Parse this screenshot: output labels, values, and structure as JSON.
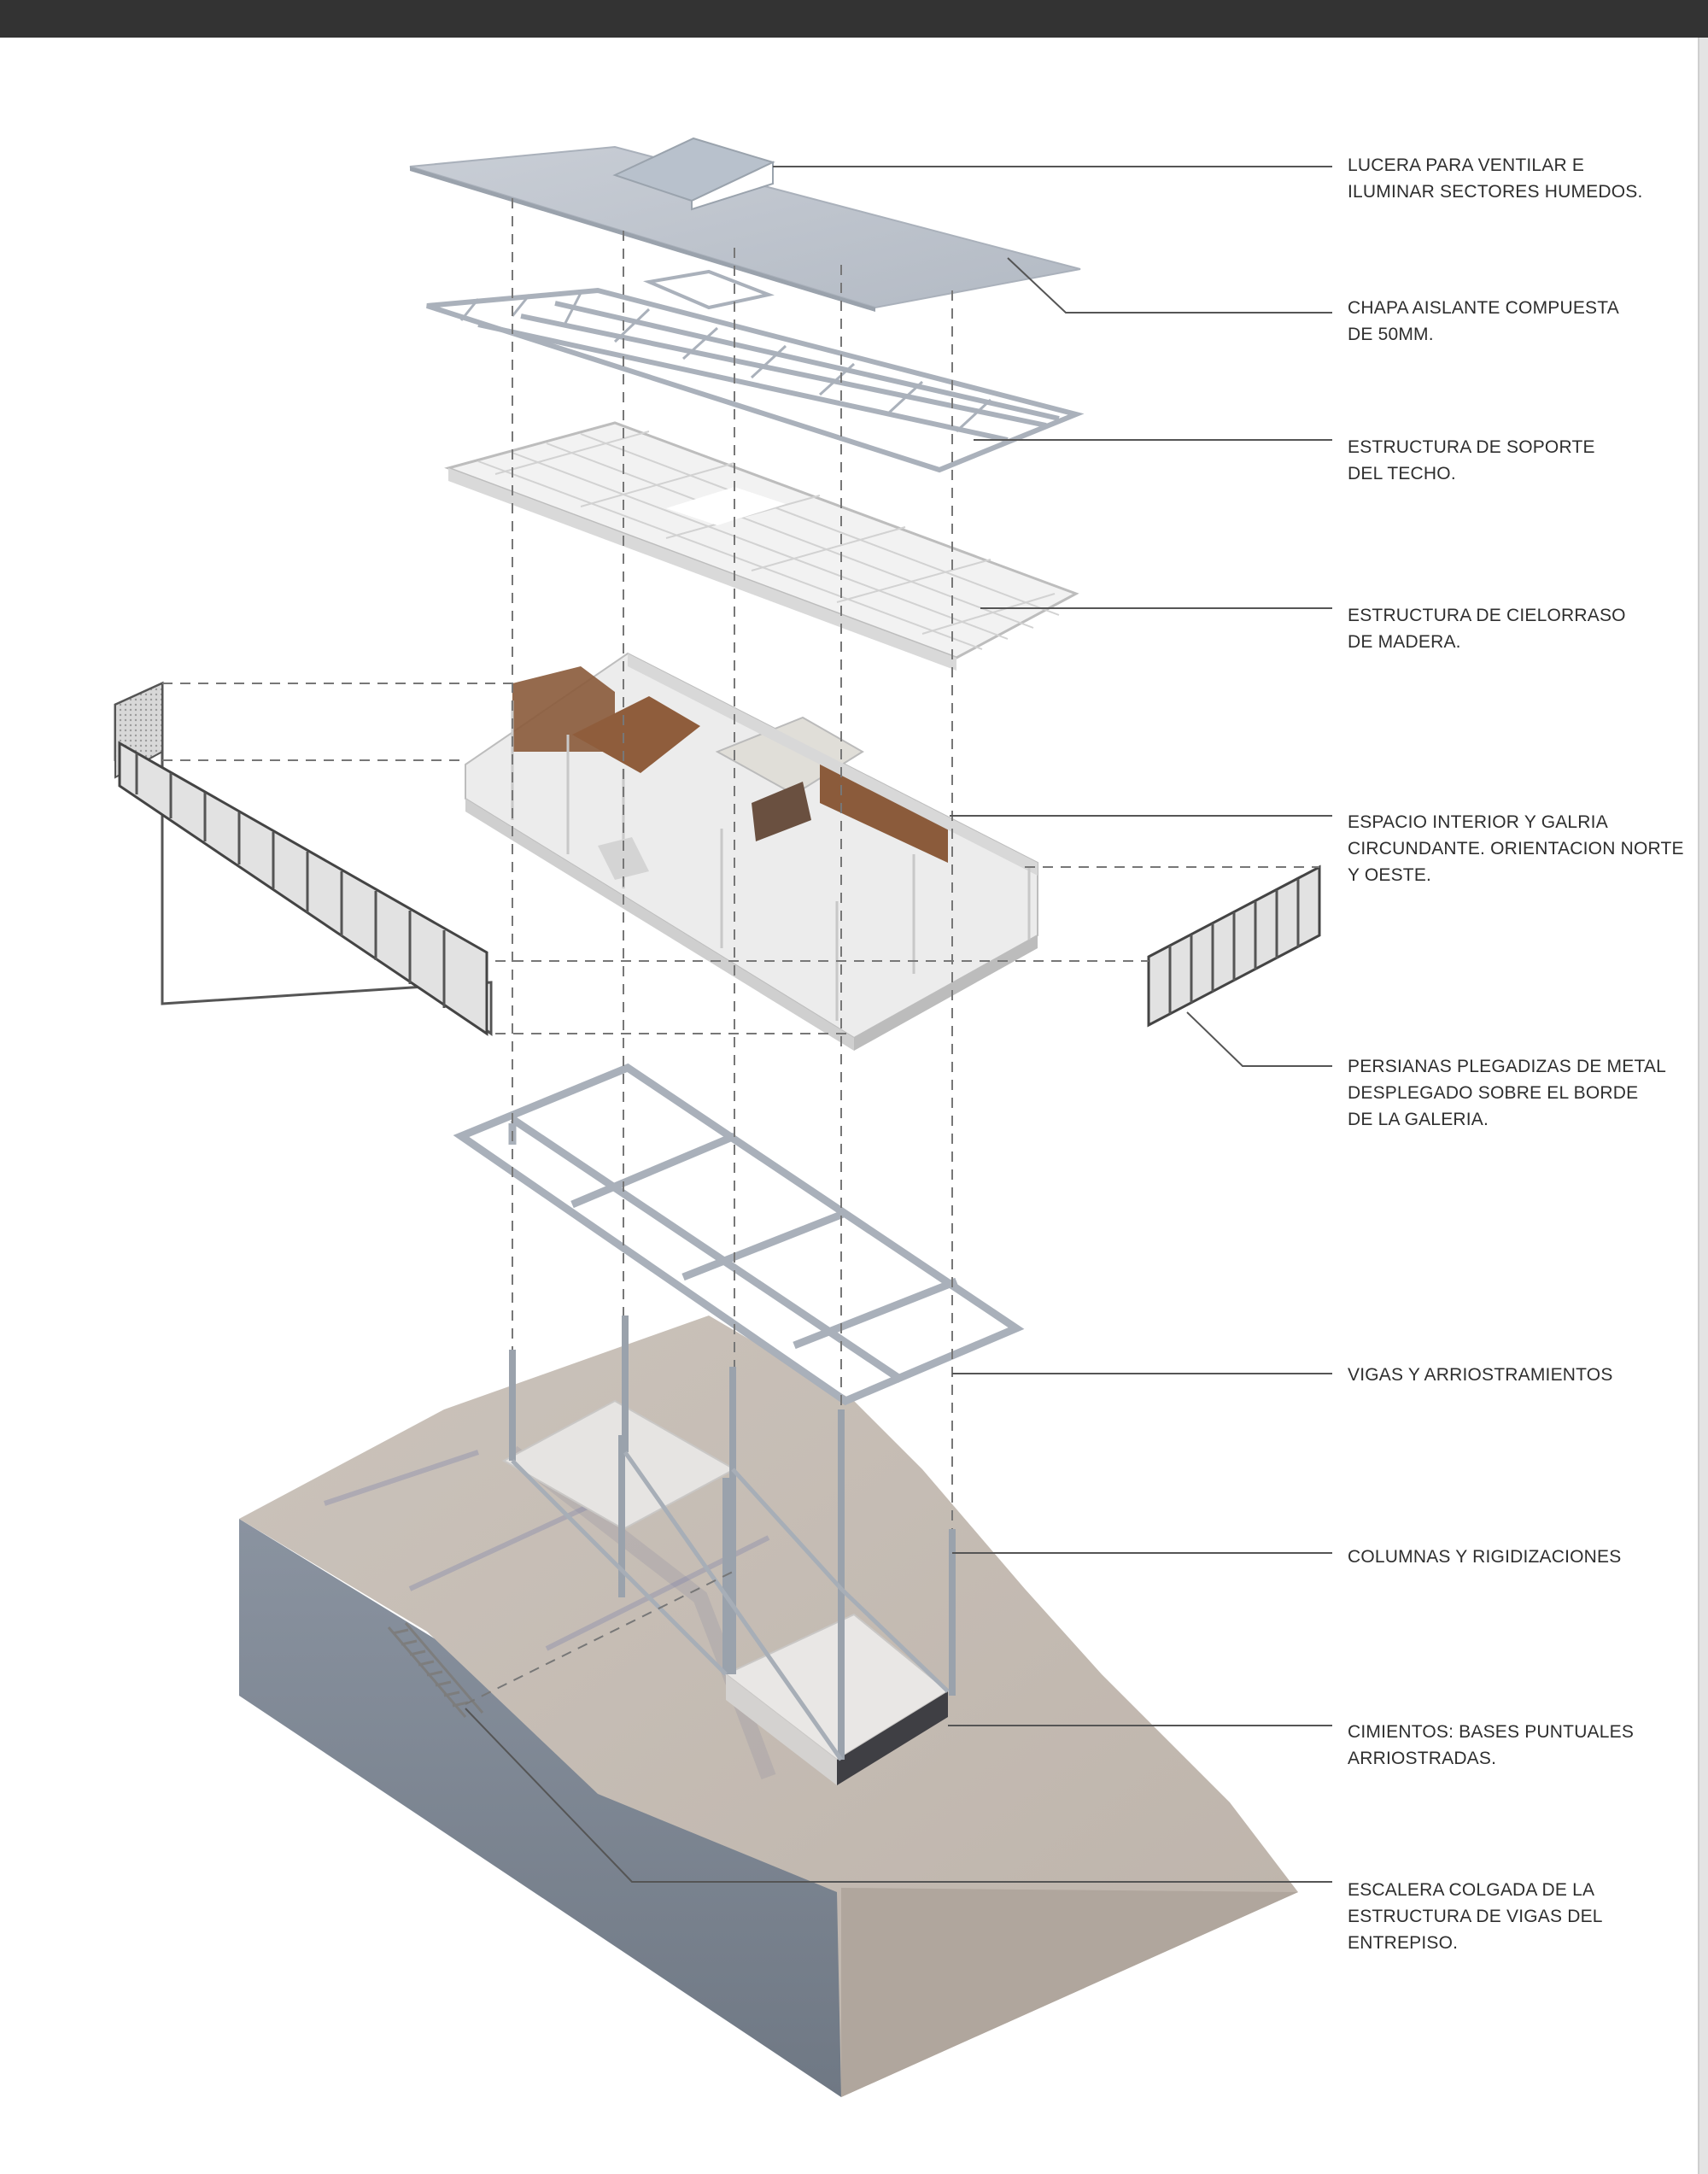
{
  "colors": {
    "topbar": "#333333",
    "leader": "#555555",
    "dashed": "#777777",
    "terrain_top": "#c6bdb5",
    "terrain_side": "#7f8894",
    "metal": "#b9c0c8",
    "wood": "#8a5a3a"
  },
  "labels": [
    {
      "id": "lucera",
      "lines": [
        "LUCERA PARA VENTILAR E",
        "ILUMINAR SECTORES HUMEDOS."
      ]
    },
    {
      "id": "chapa",
      "lines": [
        "CHAPA AISLANTE COMPUESTA",
        "DE 50MM."
      ]
    },
    {
      "id": "soporte",
      "lines": [
        "ESTRUCTURA DE SOPORTE",
        "DEL TECHO."
      ]
    },
    {
      "id": "cielorraso",
      "lines": [
        "ESTRUCTURA DE CIELORRASO",
        "DE MADERA."
      ]
    },
    {
      "id": "espacio",
      "lines": [
        "ESPACIO INTERIOR Y GALRIA",
        "CIRCUNDANTE. ORIENTACION NORTE",
        "Y OESTE."
      ]
    },
    {
      "id": "persianas",
      "lines": [
        "PERSIANAS PLEGADIZAS DE METAL",
        "DESPLEGADO SOBRE EL BORDE",
        "DE LA GALERIA."
      ]
    },
    {
      "id": "vigas",
      "lines": [
        "VIGAS Y ARRIOSTRAMIENTOS"
      ]
    },
    {
      "id": "columnas",
      "lines": [
        "COLUMNAS Y RIGIDIZACIONES"
      ]
    },
    {
      "id": "cimientos",
      "lines": [
        "CIMIENTOS: BASES PUNTUALES",
        "ARRIOSTRADAS."
      ]
    },
    {
      "id": "escalera",
      "lines": [
        "ESCALERA COLGADA DE LA",
        "ESTRUCTURA DE VIGAS DEL",
        "ENTREPISO."
      ]
    }
  ]
}
